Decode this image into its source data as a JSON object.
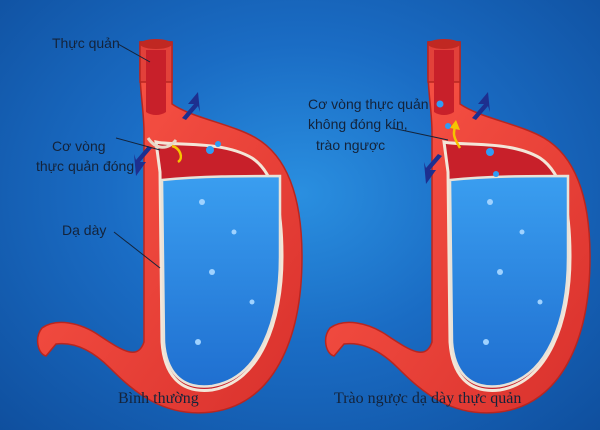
{
  "left": {
    "caption": "Bình thường",
    "labels": {
      "esophagus": "Thực quản",
      "sphincter_line1": "Cơ vòng",
      "sphincter_line2": "thực quản đóng",
      "stomach": "Dạ dày"
    }
  },
  "right": {
    "caption": "Trào ngược dạ dày thực quản",
    "labels": {
      "line1": "Cơ vòng thực quản",
      "line2": "không đóng kín,",
      "line3": "trào ngược"
    }
  },
  "colors": {
    "background": "#1a6cc4",
    "stomach_wall": "#e8403a",
    "stomach_inner": "#c8202a",
    "acid": "#2b88e6",
    "text": "#14233a",
    "arrow": "#1d2f8f",
    "reflux_arrow": "#f5c400"
  }
}
